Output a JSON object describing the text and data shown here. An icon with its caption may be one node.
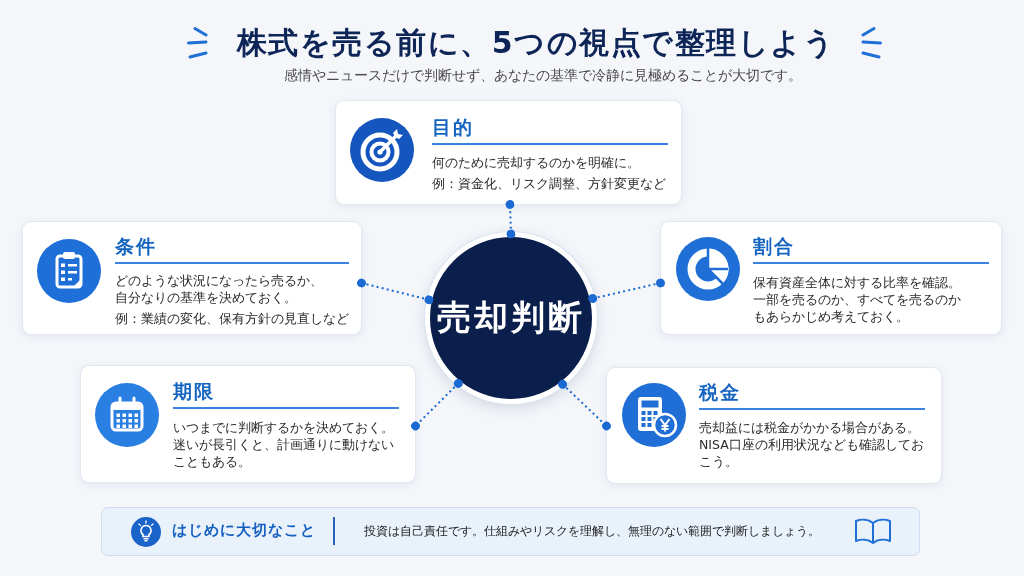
{
  "diagram": {
    "title": "株式を売る前に、5つの視点で整理しよう",
    "nodes": [
      {
        "text": [
          "目的",
          "何のために売却するのかを明確に。",
          "例：資金化、リスク調整、方針変更など"
        ]
      },
      {
        "text": [
          "条件",
          "どのような状況になったら売るか、自分なりの基準を決めておく。",
          "例：業績の変化、保有方針の見直しなど"
        ]
      },
      {
        "text": [
          "売却判断"
        ]
      },
      {
        "text": [
          "割合",
          "保有資産全体に対する比率を確認。一部を売るのか、すべてを売るのかもあらかじめ考えておく。"
        ]
      },
      {
        "text": [
          "期限",
          "いつまでに判断するかを決めておく。迷いが長引くと、計画通りに動けないこともある。"
        ]
      },
      {
        "text": [
          "税金",
          "売却益には税金がかかる場合がある。NISA口座の利用状況なども確認しておこう。"
        ]
      },
      {
        "text": [
          "はじめに大切なこと",
          "投資は自己責任です。仕組みやリスクを理解し、無理のない範囲で判断しましょう。"
        ]
      }
    ],
    "edges": [
      {
        "from": 2,
        "to": 0,
        "arrow": "other",
        "style": "dashed"
      },
      {
        "from": 2,
        "to": 1,
        "arrow": "other",
        "style": "dashed"
      },
      {
        "from": 2,
        "to": 3,
        "arrow": "other",
        "style": "dashed"
      },
      {
        "from": 2,
        "to": 4,
        "arrow": "other",
        "style": "dashed"
      },
      {
        "from": 2,
        "to": 5,
        "arrow": "other",
        "style": "dashed"
      }
    ],
    "labels": [
      "感情やニュースだけで判断せず、あなたの基準で冷静に見極めることが大切です。"
    ]
  }
}
